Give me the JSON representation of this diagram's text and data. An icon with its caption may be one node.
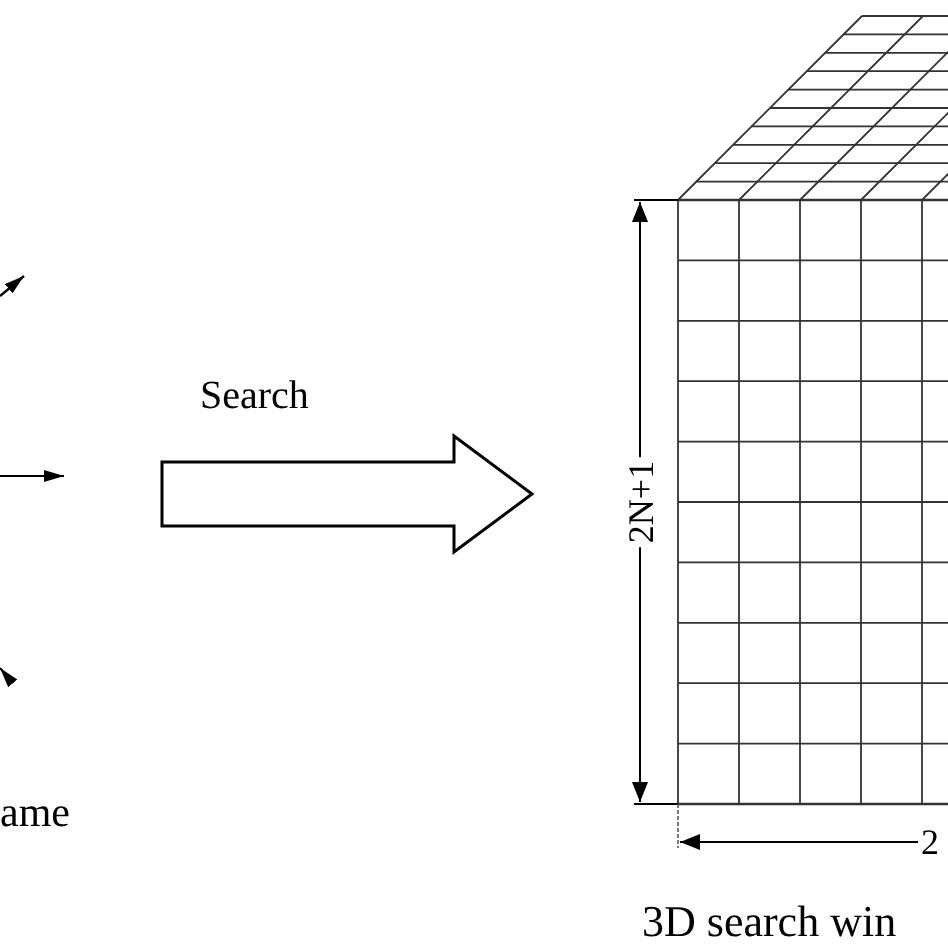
{
  "diagram": {
    "nodes": [
      {
        "text": [
          "ame"
        ]
      },
      {
        "text": [
          "3D search win"
        ]
      }
    ],
    "edges": [
      {
        "from": 0,
        "to": 1,
        "arrow": "to",
        "label": "Search"
      }
    ],
    "labels": [
      "2N+1",
      "2"
    ]
  }
}
